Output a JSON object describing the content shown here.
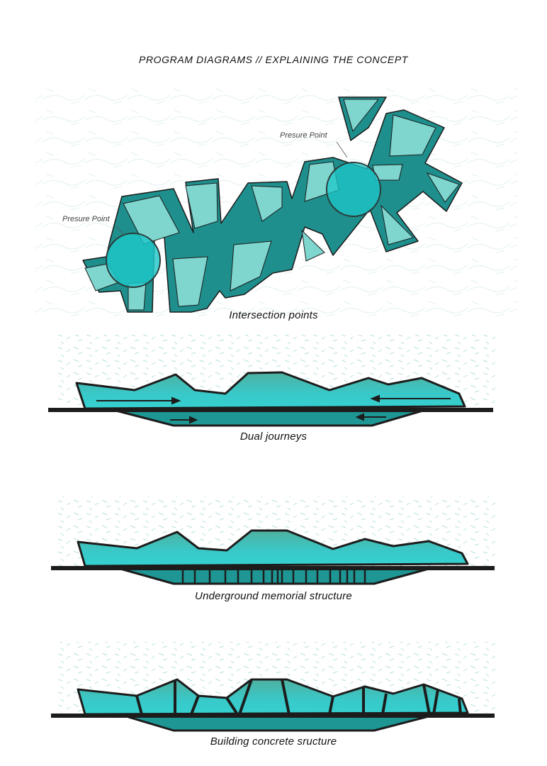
{
  "title": "PROGRAM DIAGRAMS //  EXPLAINING THE CONCEPT",
  "colors": {
    "teal_dark": "#1e8f8c",
    "teal_light": "#7ed6cf",
    "teal_bright": "#36cfcf",
    "teal_gradient_top": "#4fb8a4",
    "outline": "#1c1c1c",
    "circle": "#1fc7c9"
  },
  "diagram_1": {
    "labels": [
      "Presure Point",
      "Presure Point"
    ],
    "caption": "Intersection points"
  },
  "diagram_2": {
    "caption": "Dual journeys"
  },
  "diagram_3": {
    "caption": "Underground memorial structure"
  },
  "diagram_4": {
    "caption": "Building concrete sructure"
  }
}
